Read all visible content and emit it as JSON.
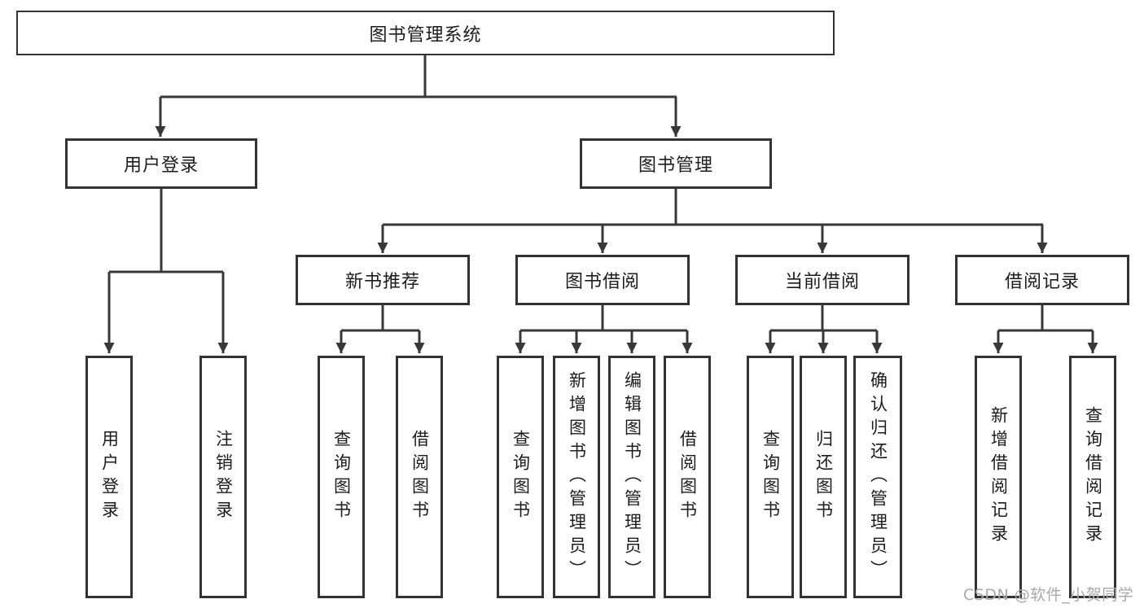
{
  "diagram": {
    "type": "hierarchy-tree",
    "root": {
      "label": "图书管理系统"
    },
    "branches": [
      {
        "label": "用户登录",
        "children": [
          {
            "label": "用户登录"
          },
          {
            "label": "注销登录"
          }
        ]
      },
      {
        "label": "图书管理",
        "children": [
          {
            "label": "新书推荐",
            "children": [
              {
                "label": "查询图书"
              },
              {
                "label": "借阅图书"
              }
            ]
          },
          {
            "label": "图书借阅",
            "children": [
              {
                "label": "查询图书"
              },
              {
                "label": "新增图书（管理员）"
              },
              {
                "label": "编辑图书（管理员）"
              },
              {
                "label": "借阅图书"
              }
            ]
          },
          {
            "label": "当前借阅",
            "children": [
              {
                "label": "查询图书"
              },
              {
                "label": "归还图书"
              },
              {
                "label": "确认归还（管理员）"
              }
            ]
          },
          {
            "label": "借阅记录",
            "children": [
              {
                "label": "新增借阅记录"
              },
              {
                "label": "查询借阅记录"
              }
            ]
          }
        ]
      }
    ],
    "watermark": "CSDN @软件_小贺同学",
    "colors": {
      "line": "#383838",
      "box_border": "#333333",
      "background": "#ffffff",
      "text": "#1c1c1c",
      "watermark": "#a9a9a9"
    }
  }
}
